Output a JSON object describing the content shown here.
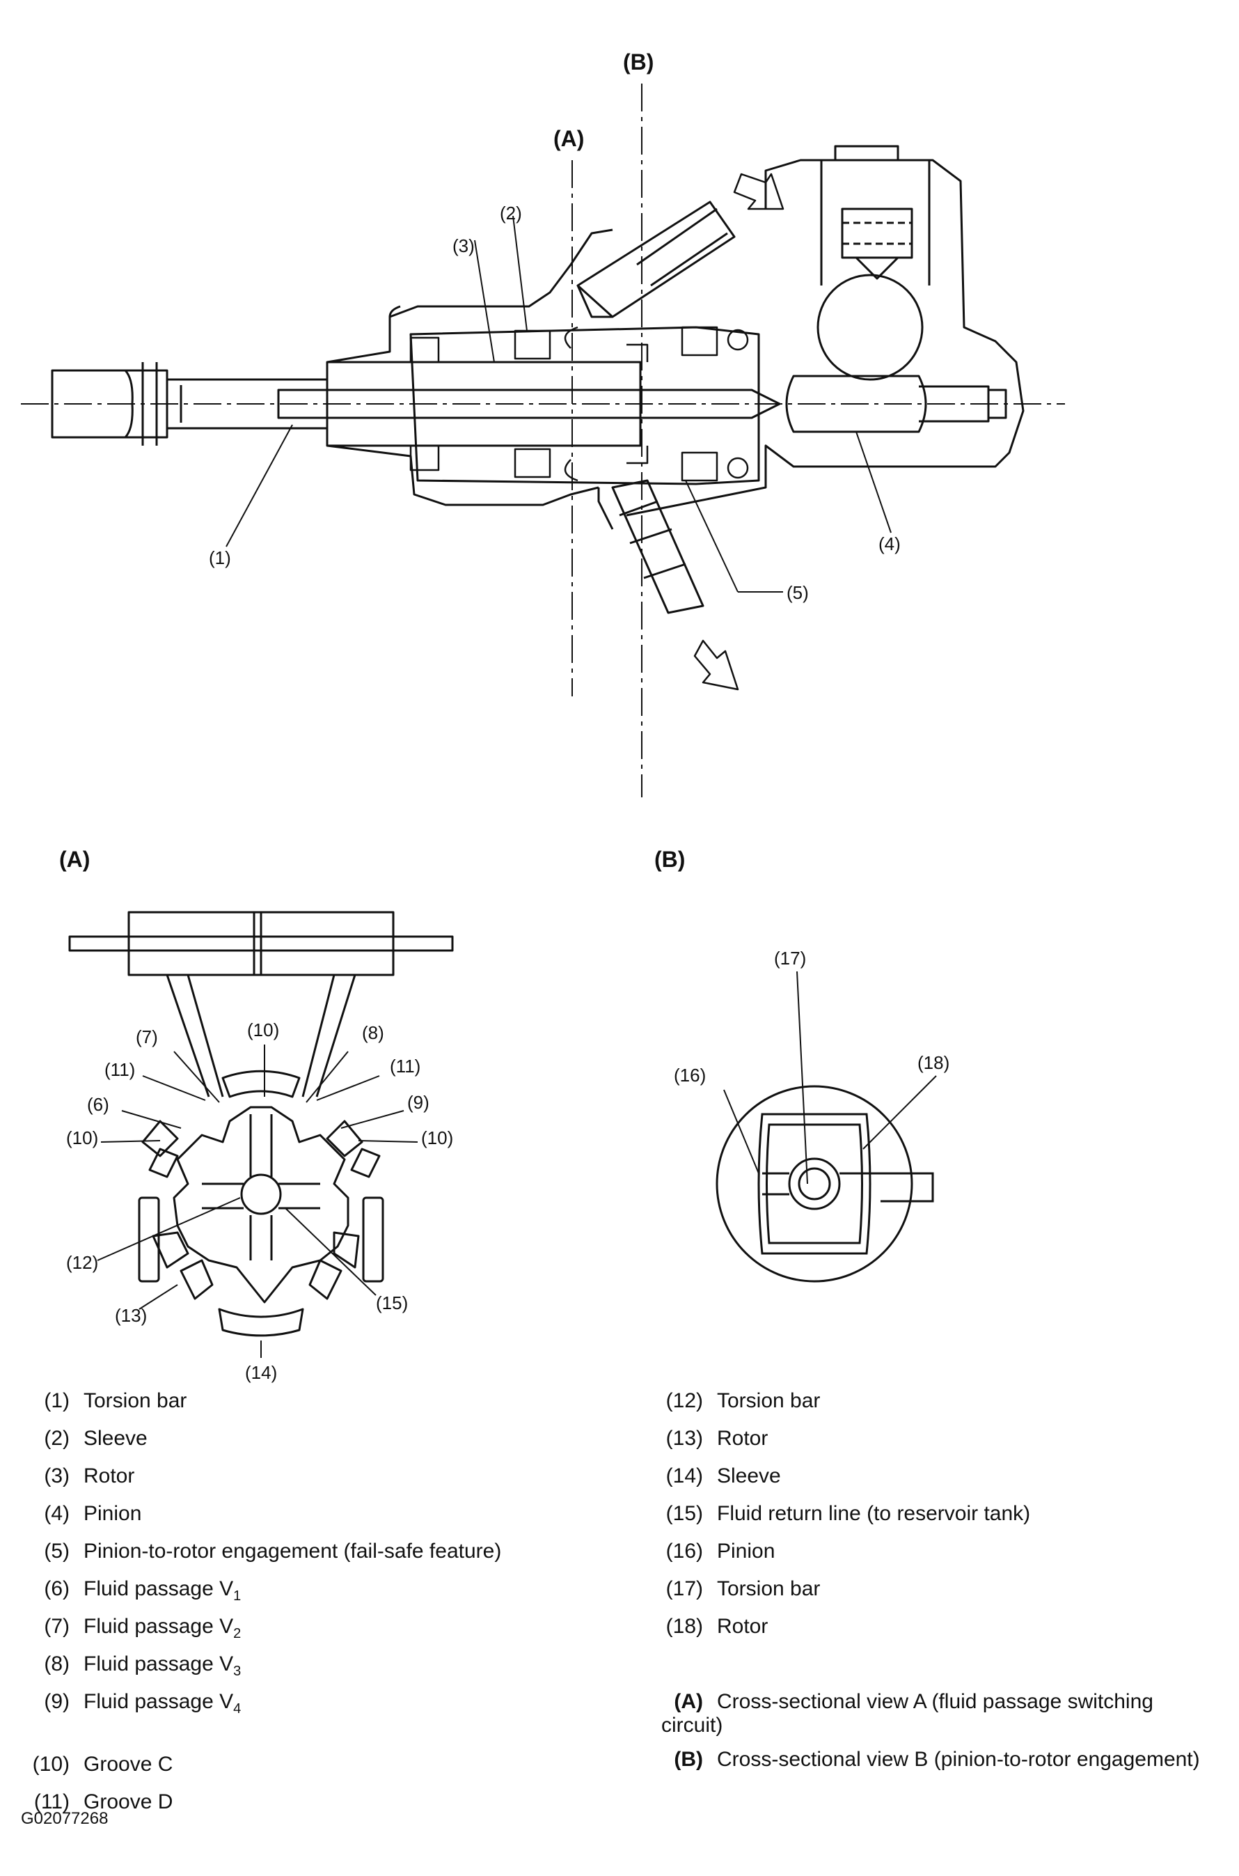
{
  "view_labels": {
    "a": "(A)",
    "b": "(B)"
  },
  "callouts": {
    "c1": "(1)",
    "c2": "(2)",
    "c3": "(3)",
    "c4": "(4)",
    "c5": "(5)",
    "c6": "(6)",
    "c7": "(7)",
    "c8": "(8)",
    "c9": "(9)",
    "c10": "(10)",
    "c11": "(11)",
    "c12": "(12)",
    "c13": "(13)",
    "c14": "(14)",
    "c15": "(15)",
    "c16": "(16)",
    "c17": "(17)",
    "c18": "(18)"
  },
  "legend_left": [
    {
      "num": "(1)",
      "text": "Torsion bar"
    },
    {
      "num": "(2)",
      "text": "Sleeve"
    },
    {
      "num": "(3)",
      "text": "Rotor"
    },
    {
      "num": "(4)",
      "text": "Pinion"
    },
    {
      "num": "(5)",
      "text": "Pinion-to-rotor engagement (fail-safe feature)"
    },
    {
      "num": "(6)",
      "text": "Fluid passage V",
      "sub": "1"
    },
    {
      "num": "(7)",
      "text": "Fluid passage V",
      "sub": "2"
    },
    {
      "num": "(8)",
      "text": "Fluid passage V",
      "sub": "3"
    },
    {
      "num": "(9)",
      "text": "Fluid passage V",
      "sub": "4"
    },
    {
      "num": "(10)",
      "text": "Groove C"
    },
    {
      "num": "(11)",
      "text": "Groove D"
    }
  ],
  "legend_right": [
    {
      "num": "(12)",
      "text": "Torsion bar"
    },
    {
      "num": "(13)",
      "text": "Rotor"
    },
    {
      "num": "(14)",
      "text": "Sleeve"
    },
    {
      "num": "(15)",
      "text": "Fluid return line (to reservoir tank)"
    },
    {
      "num": "(16)",
      "text": "Pinion"
    },
    {
      "num": "(17)",
      "text": "Torsion bar"
    },
    {
      "num": "(18)",
      "text": "Rotor"
    }
  ],
  "legend_views": [
    {
      "num": "(A)",
      "text": "Cross-sectional view A (fluid passage switching circuit)"
    },
    {
      "num": "(B)",
      "text": "Cross-sectional view B (pinion-to-rotor engagement)"
    }
  ],
  "figure_code": "G02077268"
}
